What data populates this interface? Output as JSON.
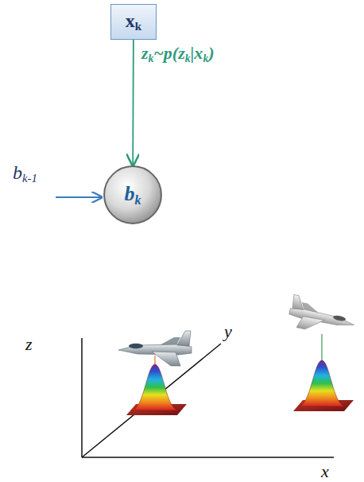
{
  "diagram": {
    "nodes": [
      {
        "text": [
          "xk"
        ]
      },
      {
        "text": [
          "bk"
        ]
      }
    ],
    "edges": [
      {
        "from": 0,
        "to": 1,
        "arrow": "to",
        "label": "zk~p(zk|xk)"
      }
    ],
    "labels": [
      "bk-1",
      "z",
      "y",
      "x"
    ]
  }
}
